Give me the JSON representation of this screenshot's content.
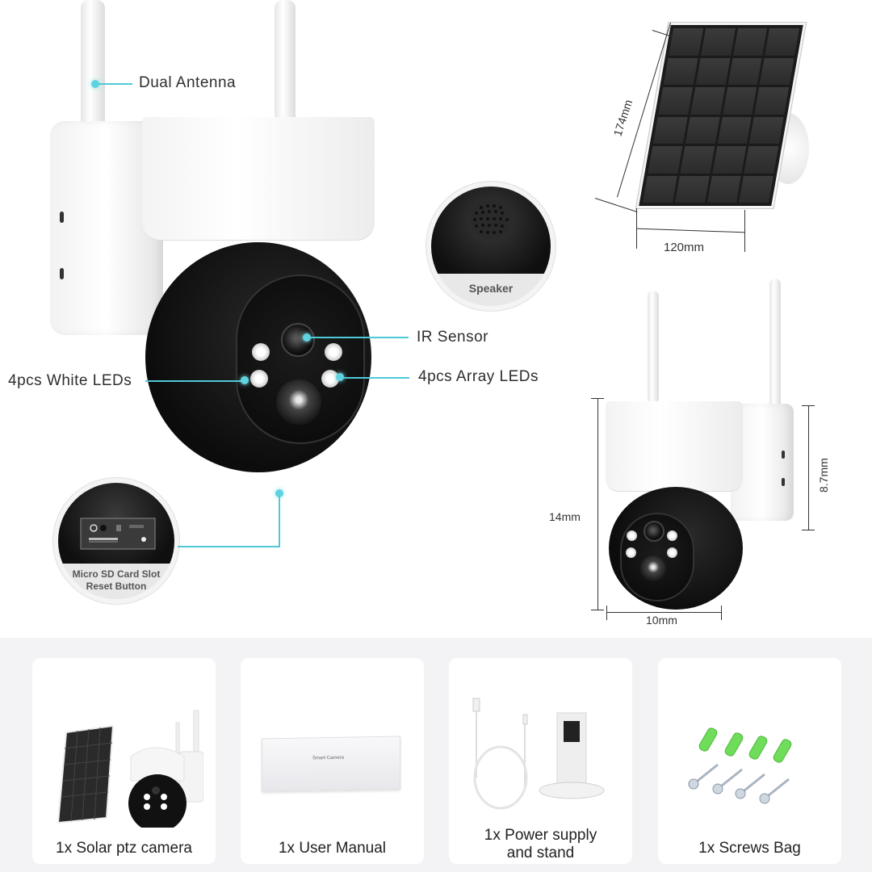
{
  "callouts": {
    "dual_antenna": "Dual Antenna",
    "ir_sensor": "IR Sensor",
    "white_leds": "4pcs White LEDs",
    "array_leds": "4pcs Array LEDs",
    "speaker": "Speaker",
    "sd_card_line1": "Micro SD Card Slot",
    "sd_card_line2": "Reset Button"
  },
  "solar_panel": {
    "height_dim": "174mm",
    "width_dim": "120mm"
  },
  "camera_dims": {
    "height": "14mm",
    "depth": "8.7mm",
    "width": "10mm"
  },
  "package": {
    "items": [
      {
        "label": "1x Solar ptz camera"
      },
      {
        "label": "1x User Manual",
        "manual_title": "Smart Camera"
      },
      {
        "label_line1": "1x Power supply",
        "label_line2": "and stand"
      },
      {
        "label": "1x Screws Bag"
      }
    ]
  },
  "colors": {
    "accent": "#4fc9d6",
    "bottom_bg": "#f3f3f5",
    "anchor_green": "#6fdc5a"
  }
}
